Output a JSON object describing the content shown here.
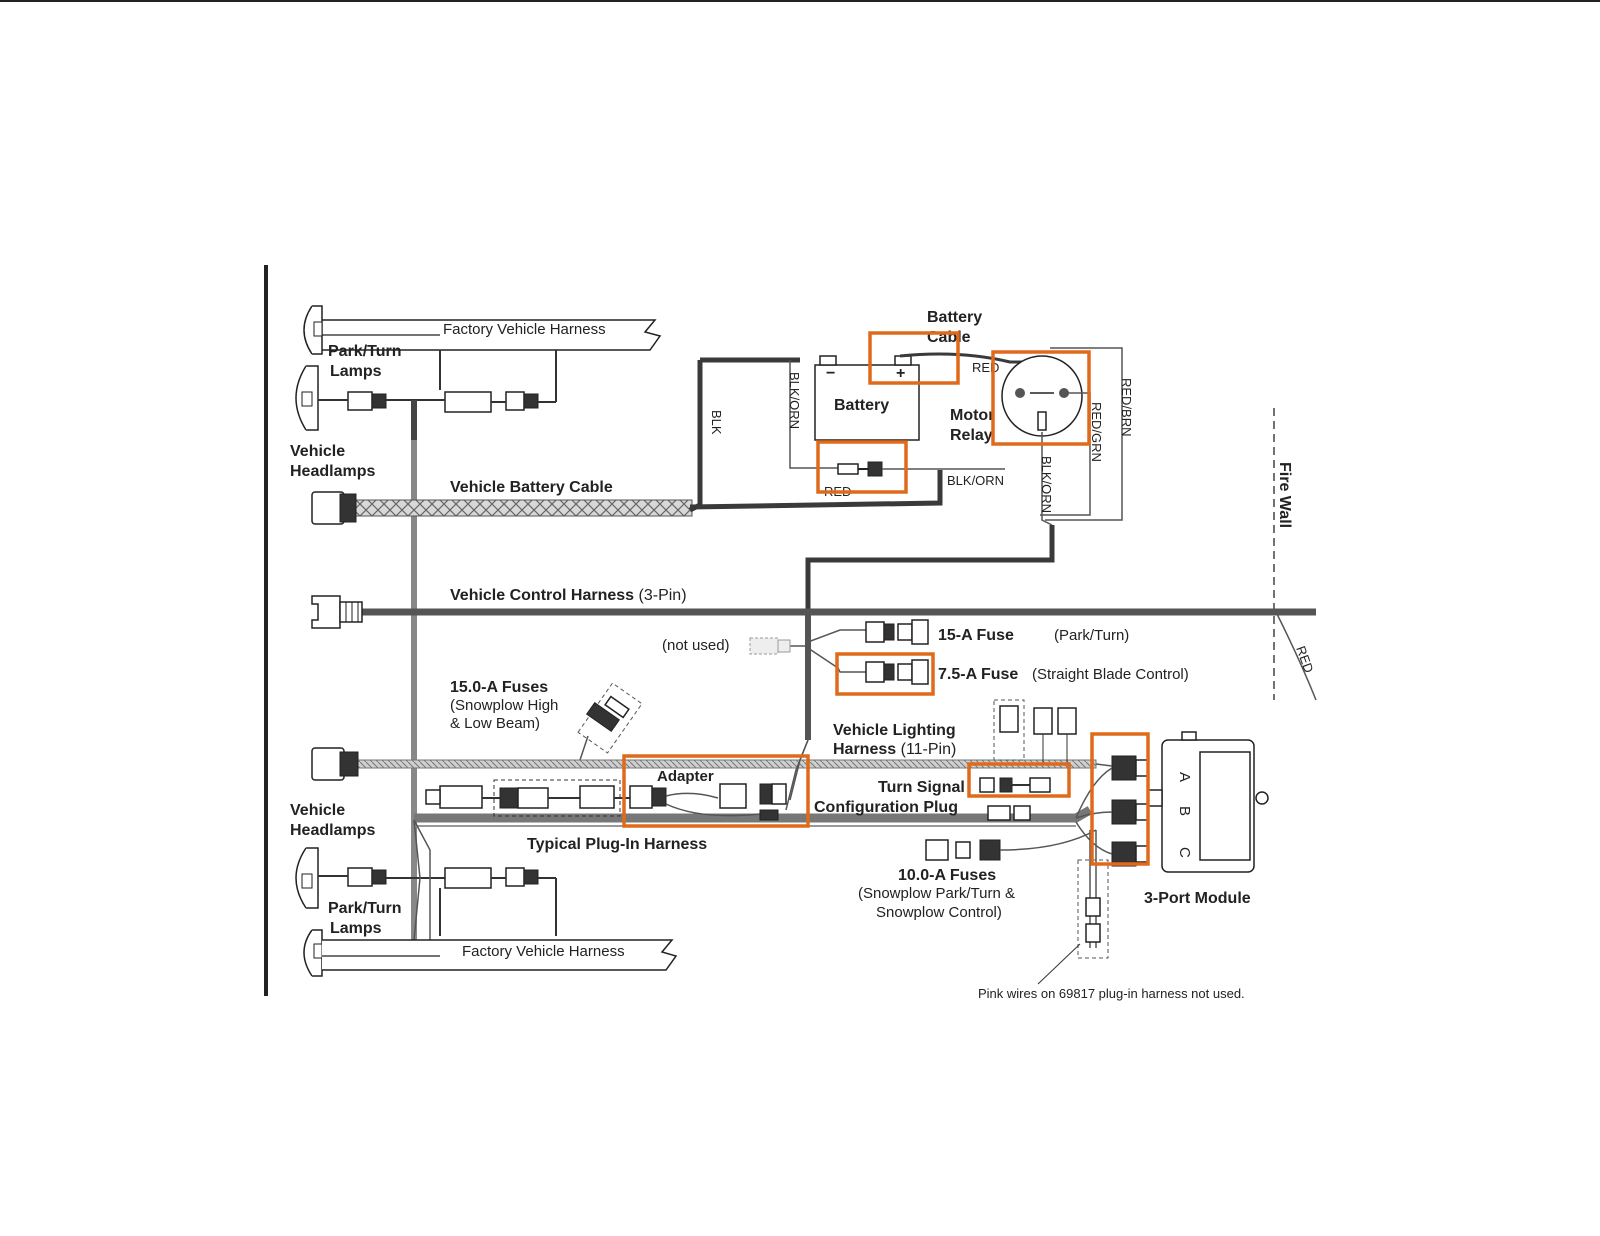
{
  "diagram": {
    "labels": {
      "factory_harness_top": "Factory Vehicle Harness",
      "park_turn_top_1": "Park/Turn",
      "park_turn_top_2": "Lamps",
      "headlamps_top_1": "Vehicle",
      "headlamps_top_2": "Headlamps",
      "battery_cable_1": "Battery",
      "battery_cable_2": "Cable",
      "battery": "Battery",
      "minus": "−",
      "plus": "+",
      "red_top": "RED",
      "motor_relay_1": "Motor",
      "motor_relay_2": "Relay",
      "blk_orn_left": "BLK/ORN",
      "blk": "BLK",
      "red_fuse": "RED",
      "blk_orn_mid": "BLK/ORN",
      "blk_orn_vert": "BLK/ORN",
      "red_grn": "RED/GRN",
      "red_brn": "RED/BRN",
      "fire_wall": "Fire Wall",
      "vehicle_battery_cable": "Vehicle Battery Cable",
      "vehicle_control_harness_bold": "Vehicle Control Harness",
      "vehicle_control_harness_light": "(3-Pin)",
      "red_firewall": "RED",
      "not_used": "(not used)",
      "fuse_15a": "15-A Fuse",
      "park_turn_paren": "(Park/Turn)",
      "fuse_75a": "7.5-A Fuse",
      "straight_blade": "(Straight Blade Control)",
      "fuses_150a_1": "15.0-A Fuses",
      "fuses_150a_2": "(Snowplow High",
      "fuses_150a_3": "& Low Beam)",
      "vehicle_lighting_1": "Vehicle Lighting",
      "vehicle_lighting_2a": "Harness",
      "vehicle_lighting_2b": "(11-Pin)",
      "adapter": "Adapter",
      "turn_signal_1": "Turn Signal",
      "turn_signal_2": "Configuration Plug",
      "headlamps_bot_1": "Vehicle",
      "headlamps_bot_2": "Headlamps",
      "typical_plugin": "Typical Plug-In Harness",
      "fuses_100a_1": "10.0-A Fuses",
      "fuses_100a_2": "(Snowplow Park/Turn &",
      "fuses_100a_3": "Snowplow Control)",
      "port_a": "A",
      "port_b": "B",
      "port_c": "C",
      "three_port_module": "3-Port Module",
      "park_turn_bot_1": "Park/Turn",
      "park_turn_bot_2": "Lamps",
      "factory_harness_bot": "Factory Vehicle Harness",
      "pink_wires_note": "Pink wires on 69817 plug-in harness not used."
    },
    "colors": {
      "highlight": "#e06a1b",
      "wire": "#3a3a3a"
    }
  }
}
